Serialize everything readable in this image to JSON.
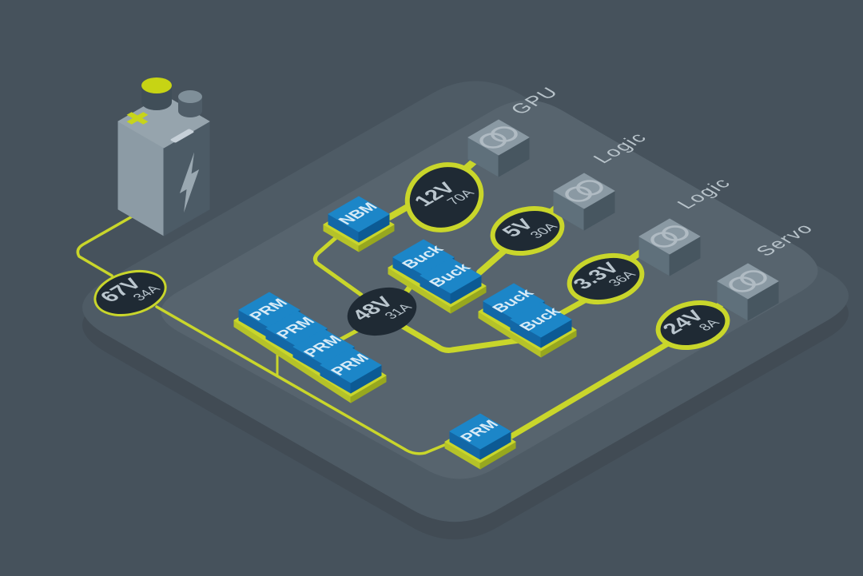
{
  "diagram": {
    "title": "Isometric power delivery network illustration",
    "source": {
      "id": "battery",
      "icon": "battery-icon",
      "symbols": [
        "plus-icon",
        "minus-icon",
        "lightning-bolt-icon"
      ]
    },
    "badges": [
      {
        "id": "b67",
        "voltage": "67V",
        "current": "34A",
        "ring": "thin"
      },
      {
        "id": "b12",
        "voltage": "12V",
        "current": "70A",
        "ring": "thick"
      },
      {
        "id": "b5",
        "voltage": "5V",
        "current": "30A",
        "ring": "thick"
      },
      {
        "id": "b48",
        "voltage": "48V",
        "current": "31A",
        "ring": "none"
      },
      {
        "id": "b33",
        "voltage": "3.3V",
        "current": "36A",
        "ring": "thick"
      },
      {
        "id": "b24",
        "voltage": "24V",
        "current": "8A",
        "ring": "thick"
      }
    ],
    "module_groups": [
      {
        "id": "nbm",
        "labels": [
          "NBM"
        ]
      },
      {
        "id": "prm-array",
        "labels": [
          "PRM",
          "PRM",
          "PRM",
          "PRM"
        ]
      },
      {
        "id": "buck-pair-a",
        "labels": [
          "Buck",
          "Buck"
        ]
      },
      {
        "id": "buck-pair-b",
        "labels": [
          "Buck",
          "Buck"
        ]
      },
      {
        "id": "prm-output",
        "labels": [
          "PRM"
        ]
      }
    ],
    "loads": [
      {
        "id": "gpu",
        "label": "GPU",
        "icon": "transformer-icon"
      },
      {
        "id": "logic1",
        "label": "Logic",
        "icon": "transformer-icon"
      },
      {
        "id": "logic2",
        "label": "Logic",
        "icon": "transformer-icon"
      },
      {
        "id": "servo",
        "label": "Servo",
        "icon": "transformer-icon"
      }
    ],
    "connections": [
      {
        "id": "battery-to-67v",
        "from": "battery",
        "to": "badge-67V"
      },
      {
        "id": "67v-to-prm-output",
        "from": "badge-67V",
        "to": "prm-output"
      },
      {
        "id": "67v-branch-to-prm-array",
        "from": "badge-67V",
        "to": "prm-array"
      },
      {
        "id": "prm-array-to-48v",
        "from": "prm-array",
        "to": "badge-48V"
      },
      {
        "id": "nbm-to-48v",
        "from": "nbm",
        "to": "badge-48V"
      },
      {
        "id": "nbm-to-12v",
        "from": "nbm",
        "to": "badge-12V"
      },
      {
        "id": "12v-to-gpu",
        "from": "badge-12V",
        "to": "gpu"
      },
      {
        "id": "48v-to-buck-a",
        "from": "badge-48V",
        "to": "buck-pair-a"
      },
      {
        "id": "buck-a-to-5v",
        "from": "buck-pair-a",
        "to": "badge-5V"
      },
      {
        "id": "5v-to-logic1",
        "from": "badge-5V",
        "to": "logic1"
      },
      {
        "id": "48v-to-buck-b",
        "from": "badge-48V",
        "to": "buck-pair-b"
      },
      {
        "id": "buck-b-to-3v3",
        "from": "buck-pair-b",
        "to": "badge-3.3V"
      },
      {
        "id": "3v3-to-logic2",
        "from": "badge-3.3V",
        "to": "logic2"
      },
      {
        "id": "prm-output-to-24v",
        "from": "prm-output",
        "to": "badge-24V"
      },
      {
        "id": "24v-to-servo",
        "from": "badge-24V",
        "to": "servo"
      }
    ],
    "colors": {
      "background": "#46525C",
      "board_outer": "#4E5B65",
      "board_outer_side": "#414B54",
      "board_inner": "#57646E",
      "trace": "#C9D62B",
      "badge_fill": "#1F2A34",
      "badge_text": "#BAC6CE",
      "module_top": "#1C86C8",
      "module_left": "#1367A6",
      "module_right": "#0C5A94",
      "module_text": "#D9EBF6",
      "pad_top": "#C9D62B",
      "pad_left": "#B5C229",
      "pad_right": "#97A71F",
      "load_top": "#8A99A3",
      "load_left": "#5F707B",
      "load_right": "#475660",
      "load_icon": "#B0BBC3",
      "load_text": "#B8C3CA",
      "battery_top": "#96A4AD",
      "battery_left": "#8C9BA5",
      "battery_right": "#4C5B66",
      "battery_bolt": "#9AA8B1",
      "battery_plus": "#C7D41B",
      "battery_minus": "#C6D0D8",
      "terminal_yellow_top": "#C7D414",
      "terminal_yellow_side": "#404E58",
      "terminal_gray_top": "#7F8F99",
      "terminal_gray_side": "#4F5D68"
    }
  }
}
